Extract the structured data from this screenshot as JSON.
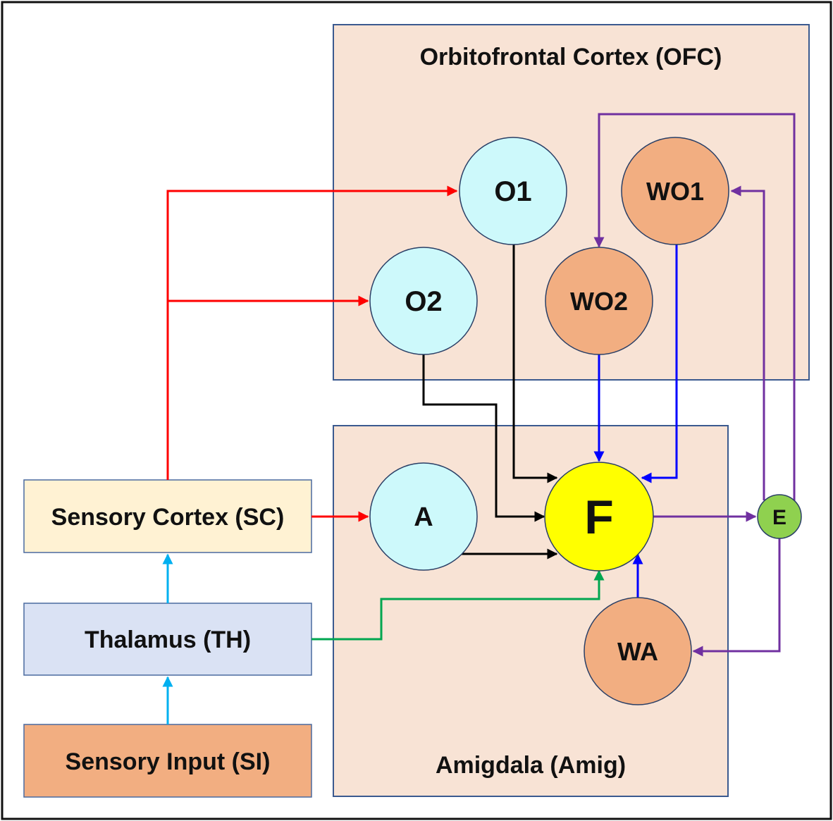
{
  "colors": {
    "frame": "#111111",
    "region_fill": "#f8e3d5",
    "region_border": "#3b5a8f",
    "sensory_cortex_fill": "#fff2d3",
    "thalamus_fill": "#dae2f4",
    "sensory_input_fill": "#f2ae81",
    "cyan_node": "#cdf9fb",
    "orange_node": "#f2ae81",
    "yellow_node": "#ffff00",
    "green_node": "#8fd14f",
    "red_arrow": "#ff0000",
    "black_arrow": "#000000",
    "blue_arrow": "#0000ff",
    "purple_arrow": "#7030a0",
    "green_arrow": "#00a650",
    "light_blue_arrow": "#00b0f0"
  },
  "regions": {
    "ofc_label": "Orbitofrontal Cortex (OFC)",
    "amig_label": "Amigdala (Amig)"
  },
  "boxes": {
    "sensory_cortex": "Sensory Cortex (SC)",
    "thalamus": "Thalamus (TH)",
    "sensory_input": "Sensory Input (SI)"
  },
  "nodes": {
    "o1": "O1",
    "o2": "O2",
    "wo1": "WO1",
    "wo2": "WO2",
    "a": "A",
    "f": "F",
    "e": "E",
    "wa": "WA"
  }
}
